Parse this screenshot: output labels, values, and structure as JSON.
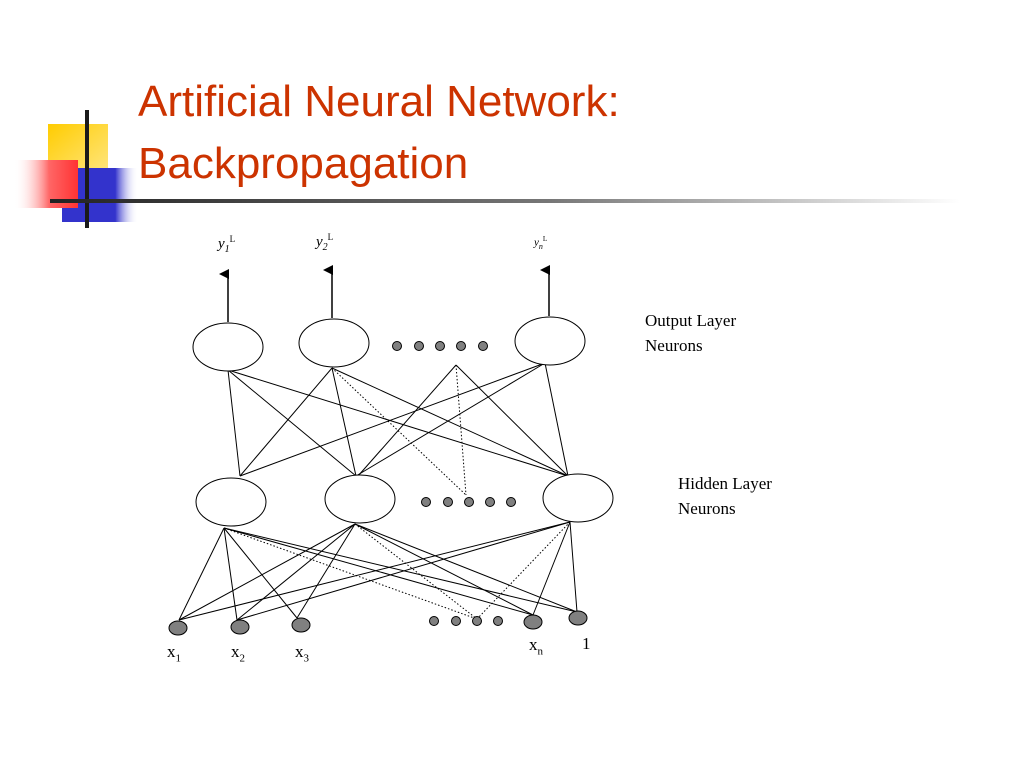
{
  "slide": {
    "title_line1": "Artificial Neural Network:",
    "title_line2": "Backpropagation"
  },
  "labels": {
    "output_layer_line1": "Output Layer",
    "output_layer_line2": "Neurons",
    "hidden_layer_line1": "Hidden Layer",
    "hidden_layer_line2": "Neurons"
  },
  "inputs": [
    {
      "base": "x",
      "sub": "1"
    },
    {
      "base": "x",
      "sub": "2"
    },
    {
      "base": "x",
      "sub": "3"
    },
    {
      "base": "x",
      "sub": "n"
    }
  ],
  "bias_label": "1",
  "outputs": [
    {
      "base": "y",
      "sub": "1",
      "sup": "L"
    },
    {
      "base": "y",
      "sub": "2",
      "sup": "L"
    },
    {
      "base": "y",
      "sub": "n",
      "sup": "L"
    }
  ],
  "colors": {
    "title": "#cc3300",
    "deco_yellow": "#ffcc00",
    "deco_blue": "#3333cc",
    "deco_red": "#ff3333",
    "node_fill": "#808080"
  }
}
